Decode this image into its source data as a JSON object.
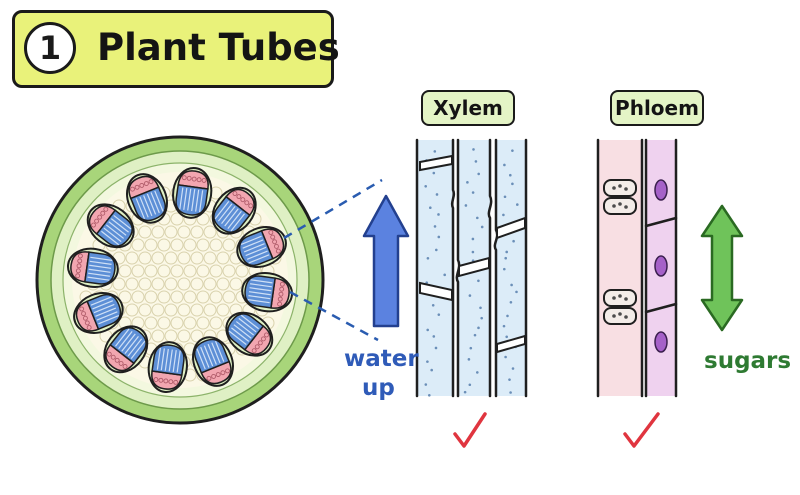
{
  "title": {
    "number": "1",
    "text": "Plant Tubes"
  },
  "labels": {
    "xylem": "Xylem",
    "phloem": "Phloem",
    "water_line1": "water",
    "water_line2": "up",
    "sugars": "sugars"
  },
  "colors": {
    "banner": "#e9f27a",
    "tag": "#e4f4c6",
    "water_arrow": "#5b82e0",
    "sugar_arrow": "#6fc35a",
    "xylem_fill": "#dcecf8",
    "phloem_sieve": "#f8dfe3",
    "phloem_companion": "#efd2ef",
    "nucleus": "#a561c8",
    "check": "#e0353f",
    "stem_rim": "#a8d57a"
  },
  "icons": [
    "blue-up-arrow-icon",
    "green-double-arrow-icon",
    "xylem-check-icon",
    "phloem-check-icon"
  ]
}
